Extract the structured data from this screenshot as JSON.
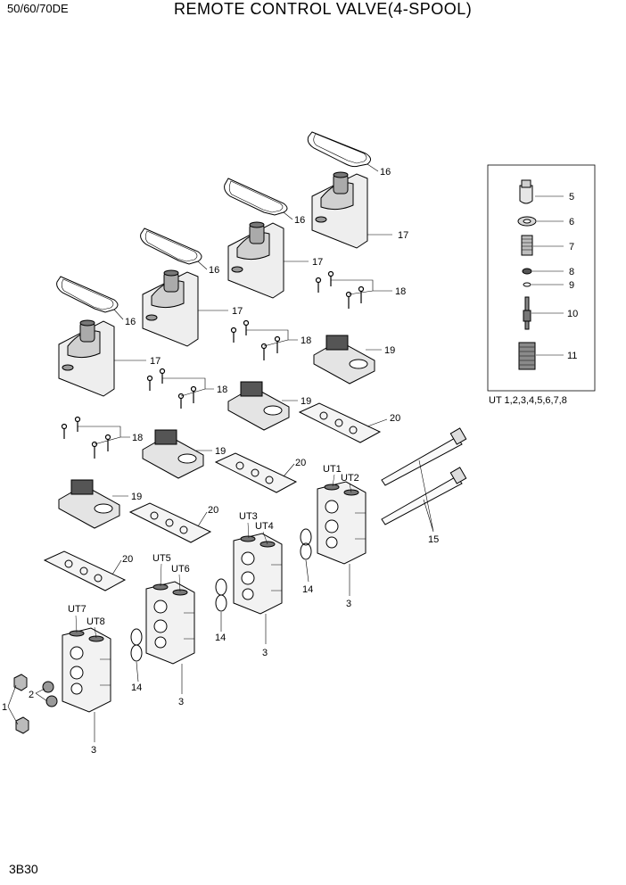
{
  "header": {
    "model": "50/60/70DE",
    "title": "REMOTE CONTROL VALVE(4-SPOOL)"
  },
  "footer": {
    "page_id": "3B30"
  },
  "callouts": {
    "c1": "1",
    "c2": "2",
    "c3": "3",
    "c5": "5",
    "c6": "6",
    "c7": "7",
    "c8": "8",
    "c9": "9",
    "c10": "10",
    "c11": "11",
    "c14": "14",
    "c15": "15",
    "c16": "16",
    "c17": "17",
    "c18": "18",
    "c19": "19",
    "c20": "20"
  },
  "ports": {
    "ut1": "UT1",
    "ut2": "UT2",
    "ut3": "UT3",
    "ut4": "UT4",
    "ut5": "UT5",
    "ut6": "UT6",
    "ut7": "UT7",
    "ut8": "UT8"
  },
  "inset": {
    "caption": "UT 1,2,3,4,5,6,7,8"
  }
}
